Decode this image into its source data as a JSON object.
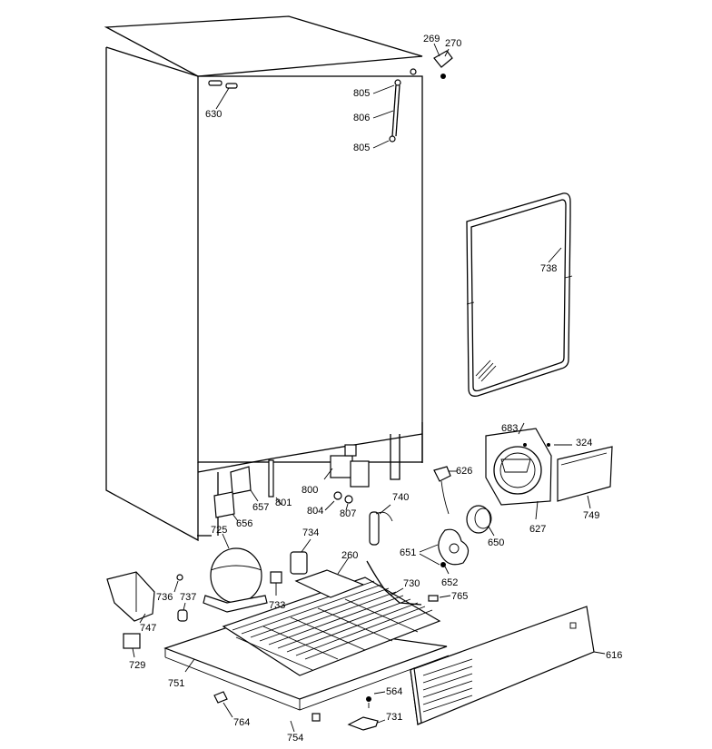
{
  "labels": {
    "l269": "269",
    "l270": "270",
    "l630": "630",
    "l805a": "805",
    "l806": "806",
    "l805b": "805",
    "l738": "738",
    "l683": "683",
    "l324": "324",
    "l626": "626",
    "l800": "800",
    "l801": "801",
    "l657": "657",
    "l656": "656",
    "l804": "804",
    "l807": "807",
    "l740": "740",
    "l627": "627",
    "l749": "749",
    "l650": "650",
    "l725": "725",
    "l734": "734",
    "l260": "260",
    "l651": "651",
    "l652": "652",
    "l730": "730",
    "l765": "765",
    "l736": "736",
    "l737": "737",
    "l733": "733",
    "l747": "747",
    "l729": "729",
    "l751": "751",
    "l616": "616",
    "l564": "564",
    "l764": "764",
    "l731": "731",
    "l754": "754"
  }
}
